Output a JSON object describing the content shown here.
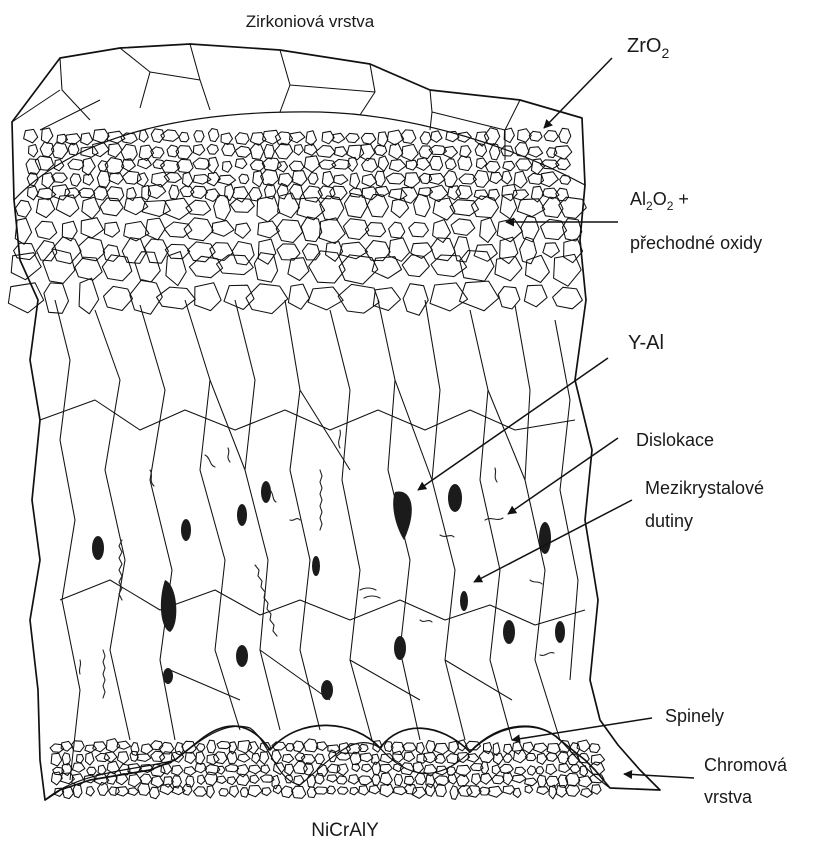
{
  "labels": {
    "zirconia_layer": "Zirkoniová vrstva",
    "zro2": "ZrO",
    "zro2_sub": "2",
    "al2o2_a": "Al",
    "al2o2_sub1": "2",
    "al2o2_b": "O",
    "al2o2_sub2": "2",
    "al2o2_c": " +",
    "transition_oxides": "přechodné oxidy",
    "y_al": "Y-Al",
    "dislocations": "Dislokace",
    "intercrystal_1": "Mezikrystalové",
    "intercrystal_2": "dutiny",
    "spinels": "Spinely",
    "chromium_1": "Chromová",
    "chromium_2": "vrstva",
    "substrate": "NiCrAlY"
  }
}
